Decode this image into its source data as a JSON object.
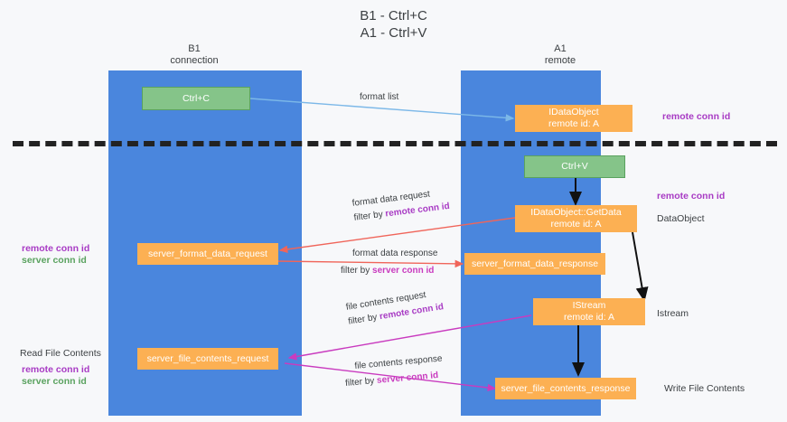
{
  "diagram": {
    "title_line1": "B1 - Ctrl+C",
    "title_line2": "A1 - Ctrl+V",
    "columns": [
      {
        "name": "B1",
        "role": "connection"
      },
      {
        "name": "A1",
        "role": "remote"
      }
    ],
    "colors": {
      "lane": "#4a86dd",
      "box_orange": "#fcb053",
      "box_green": "#85c489",
      "accent_purple": "#a83bc4",
      "accent_green": "#5aa25f",
      "accent_magenta": "#c93bbf",
      "arrow_red": "#f0655a",
      "arrow_blue": "#7cb8e8",
      "arrow_black": "#111111",
      "background": "#f7f8fa"
    }
  },
  "boxes": {
    "ctrl_c": "Ctrl+C",
    "ctrl_v": "Ctrl+V",
    "idataobject": "IDataObject\nremote id: A",
    "idataobject_getdata": "IDataObject::GetData\nremote id: A",
    "server_format_data_request": "server_format_data_request",
    "server_format_data_response": "server_format_data_response",
    "istream": "IStream\nremote id: A",
    "server_file_contents_request": "server_file_contents_request",
    "server_file_contents_response": "server_file_contents_response"
  },
  "arrow_labels": {
    "format_list": "format list",
    "format_data_request": "format data request",
    "format_data_request_filter_prefix": "filter by ",
    "format_data_request_filter_value": "remote conn id",
    "format_data_response": "format data response",
    "format_data_response_filter_prefix": "filter by ",
    "format_data_response_filter_value": "server conn id",
    "file_contents_request": "file contents request",
    "file_contents_request_filter_prefix": "filter by ",
    "file_contents_request_filter_value": "remote conn id",
    "file_contents_response": "file contents response",
    "file_contents_response_filter_prefix": "filter by ",
    "file_contents_response_filter_value": "server conn id"
  },
  "side_notes": {
    "right_remote_conn_id_top": "remote conn id",
    "right_remote_conn_id_mid": "remote conn id",
    "right_dataobject": "DataObject",
    "right_istream": "Istream",
    "right_write_file_contents": "Write File Contents",
    "left_remote_conn_id": "remote conn id",
    "left_server_conn_id": "server conn id",
    "left_read_file_contents": "Read File Contents",
    "left_remote_conn_id_2": "remote conn id",
    "left_server_conn_id_2": "server conn id"
  }
}
